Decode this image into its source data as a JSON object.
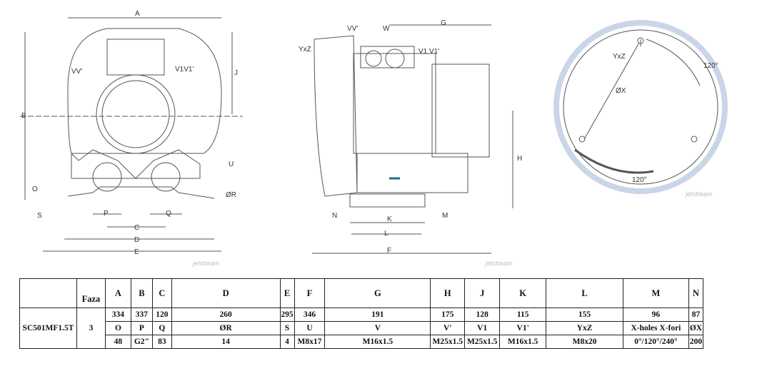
{
  "drawing_front": {
    "A": "A",
    "B": "B",
    "J": "J",
    "VV": "VV'",
    "V1V1": "V1V1'",
    "U": "U",
    "O": "O",
    "S": "S",
    "P": "P",
    "Q": "Q",
    "C": "C",
    "D": "D",
    "E": "E",
    "R": "ØR",
    "watermark": "jetstream"
  },
  "drawing_side": {
    "VV": "VV'",
    "W": "W",
    "G": "G",
    "YxZ": "YxZ",
    "V1V1": "V1 V1'",
    "H": "H",
    "N": "N",
    "K": "K",
    "L": "L",
    "M": "M",
    "F": "F",
    "watermark": "jetstream"
  },
  "drawing_flange": {
    "YxZ": "YxZ",
    "angle1": "120°",
    "X": "ØX",
    "angle2": "120°",
    "watermark": "jetstream"
  },
  "table": {
    "model": "SC501MF1.5T",
    "faza_label": "Faza",
    "faza": "3",
    "headers": [
      "A",
      "B",
      "C",
      "D",
      "E",
      "F",
      "G",
      "H",
      "J",
      "K",
      "L",
      "M",
      "N"
    ],
    "row1": [
      "334",
      "337",
      "120",
      "260",
      "295",
      "346",
      "191",
      "175",
      "128",
      "115",
      "155",
      "96",
      "87"
    ],
    "row2": [
      "O",
      "P",
      "Q",
      "ØR",
      "S",
      "U",
      "V",
      "V'",
      "V1",
      "V1'",
      "YxZ",
      "X-holes X-fori",
      "ØX"
    ],
    "row3": [
      "48",
      "G2\"",
      "83",
      "14",
      "4",
      "M8x17",
      "M16x1.5",
      "M25x1.5",
      "M25x1.5",
      "M16x1.5",
      "M8x20",
      "0°/120°/240°",
      "200"
    ]
  },
  "colors": {
    "line": "#555555",
    "flange_ring": "#c9d6e8",
    "arrow": "#1b6f8a"
  }
}
